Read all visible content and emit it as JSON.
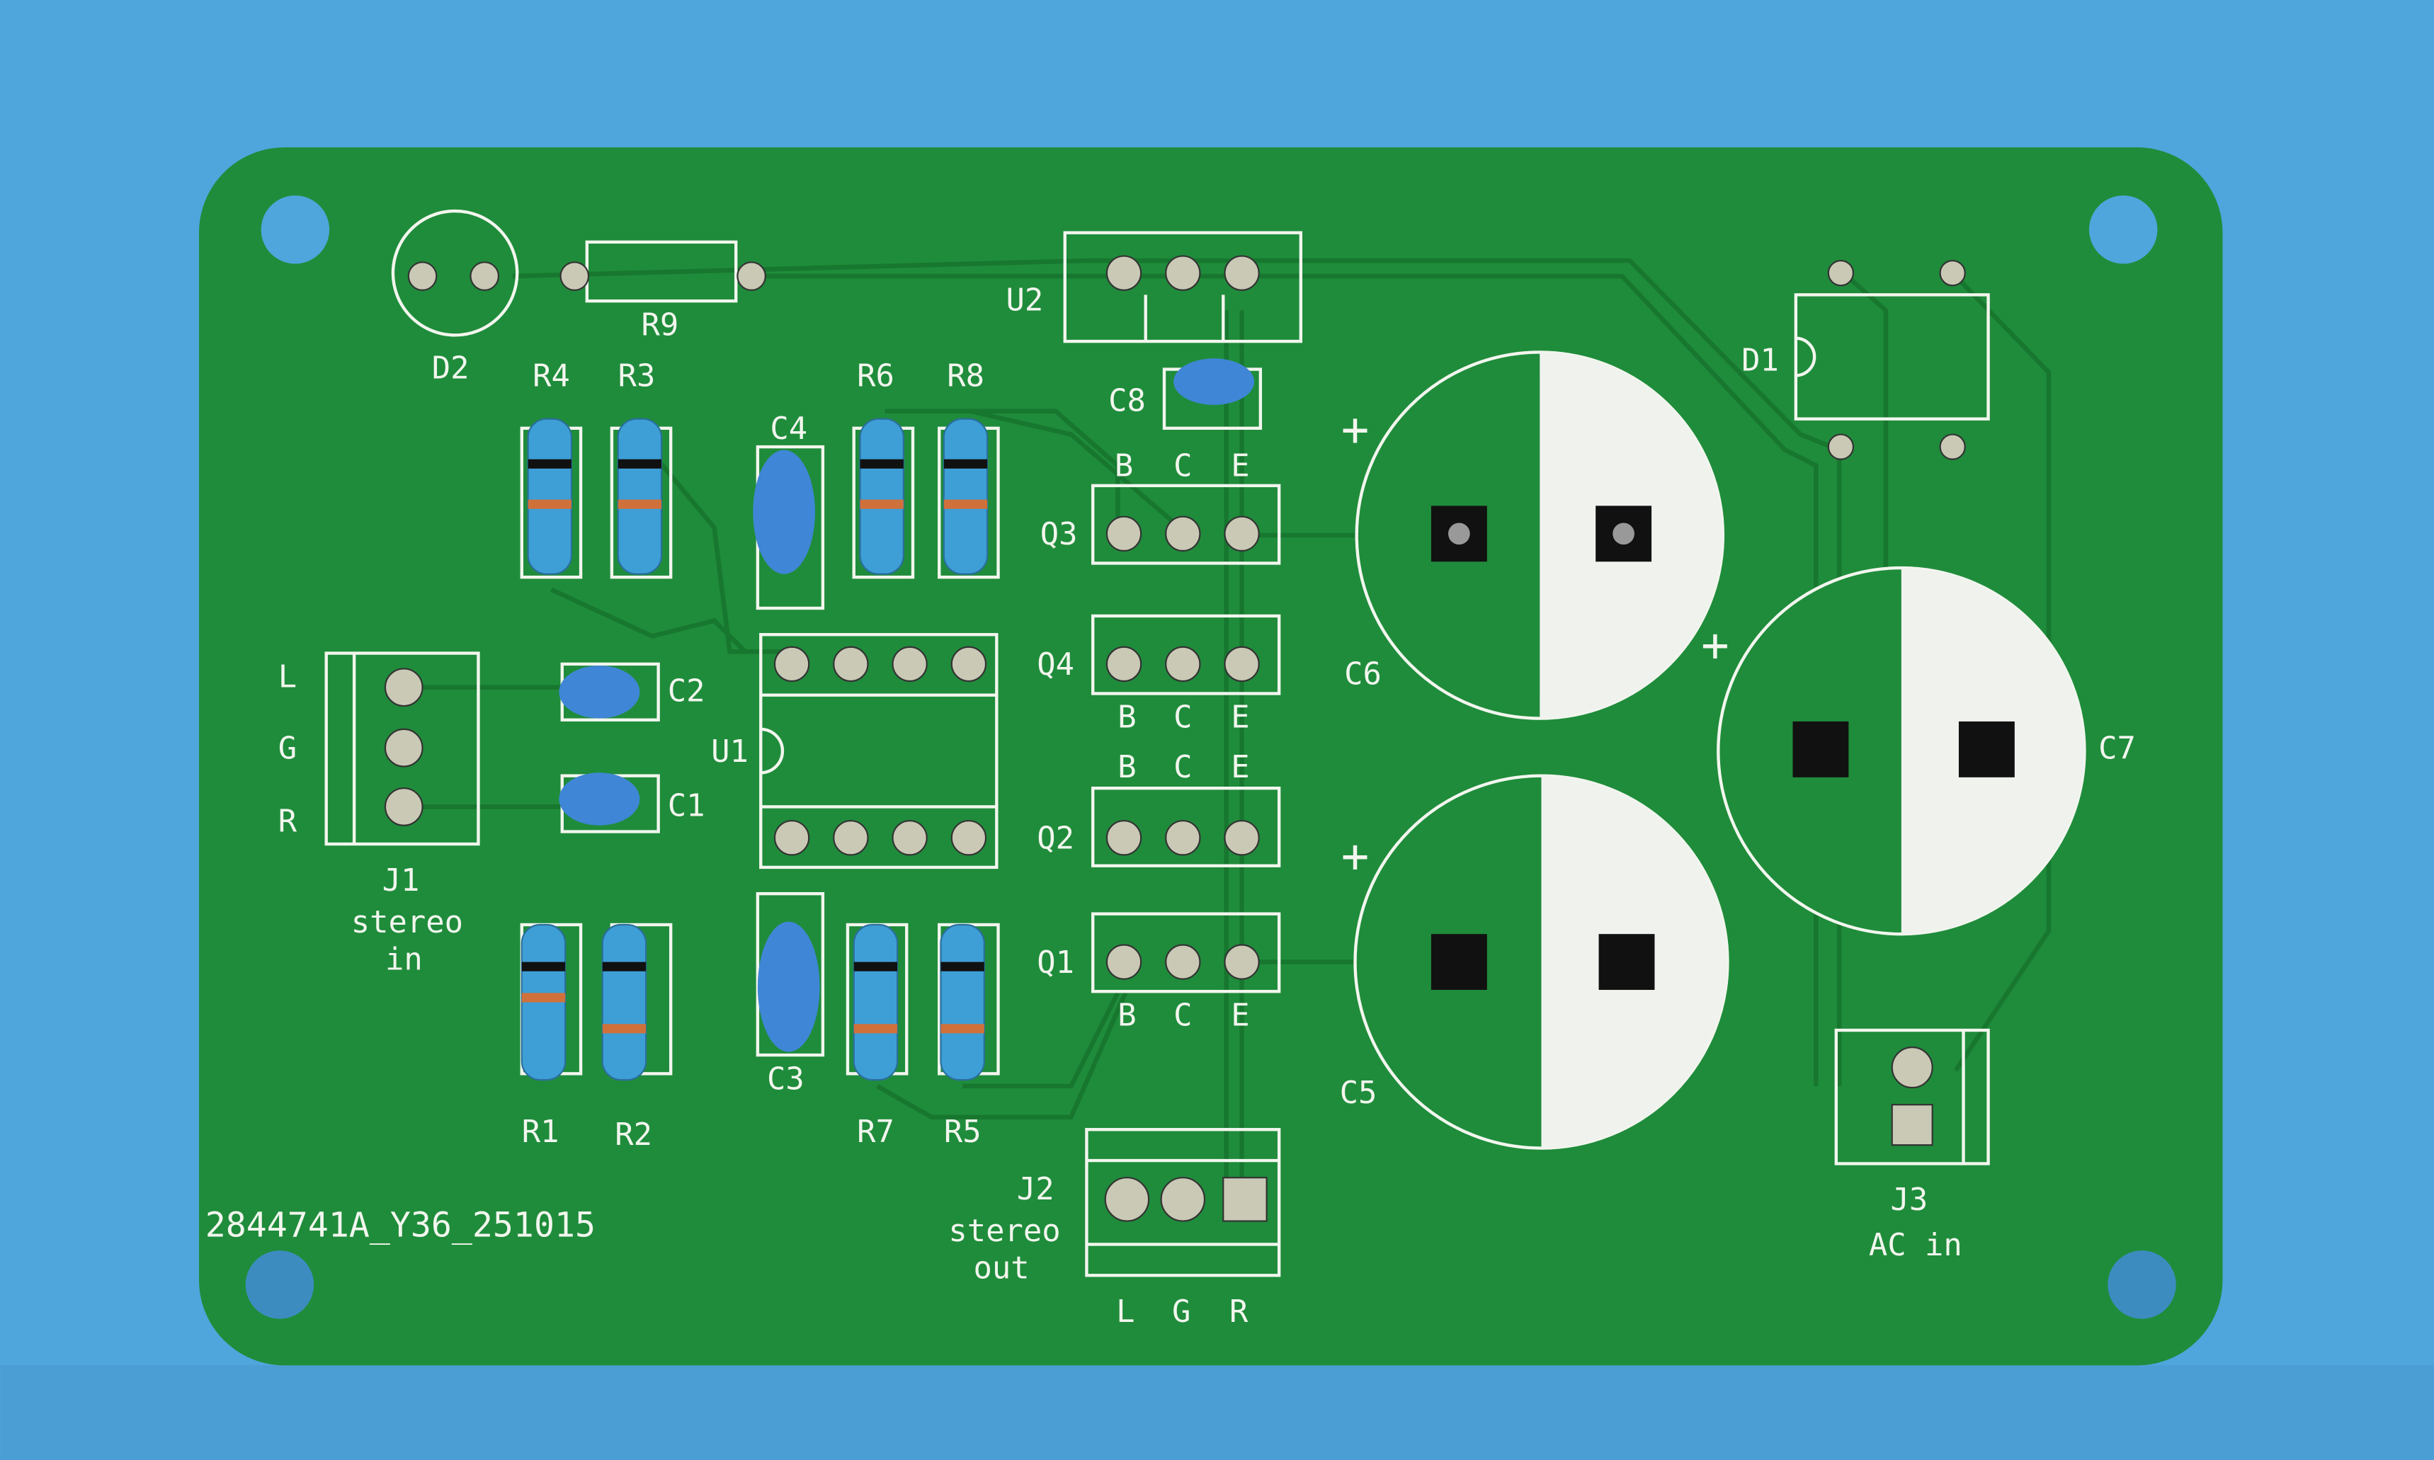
{
  "board": {
    "serial": "2844741A_Y36_251015",
    "colors": {
      "background": "#4ea6dc",
      "pcb": "#1f8c3b",
      "silkscreen": "#f2f6ee",
      "component_blue": "#3e9fd6"
    },
    "labels": {
      "D2": "D2",
      "R9": "R9",
      "U2": "U2",
      "R4": "R4",
      "R3": "R3",
      "R6": "R6",
      "R8": "R8",
      "C4": "C4",
      "C8": "C8",
      "Q3": "Q3",
      "Q4": "Q4",
      "Q2": "Q2",
      "Q1": "Q1",
      "C6": "C6",
      "C7": "C7",
      "C5": "C5",
      "D1": "D1",
      "J3": "J3",
      "J3_desc": "AC in",
      "J1": "J1",
      "J1_desc1": "stereo",
      "J1_desc2": "in",
      "J2": "J2",
      "J2_desc1": "stereo",
      "J2_desc2": "out",
      "C2": "C2",
      "C1": "C1",
      "U1": "U1",
      "R1": "R1",
      "R2": "R2",
      "C3": "C3",
      "R7": "R7",
      "R5": "R5",
      "B": "B",
      "C": "C",
      "E": "E",
      "L": "L",
      "G": "G",
      "R": "R",
      "plus": "+"
    }
  }
}
